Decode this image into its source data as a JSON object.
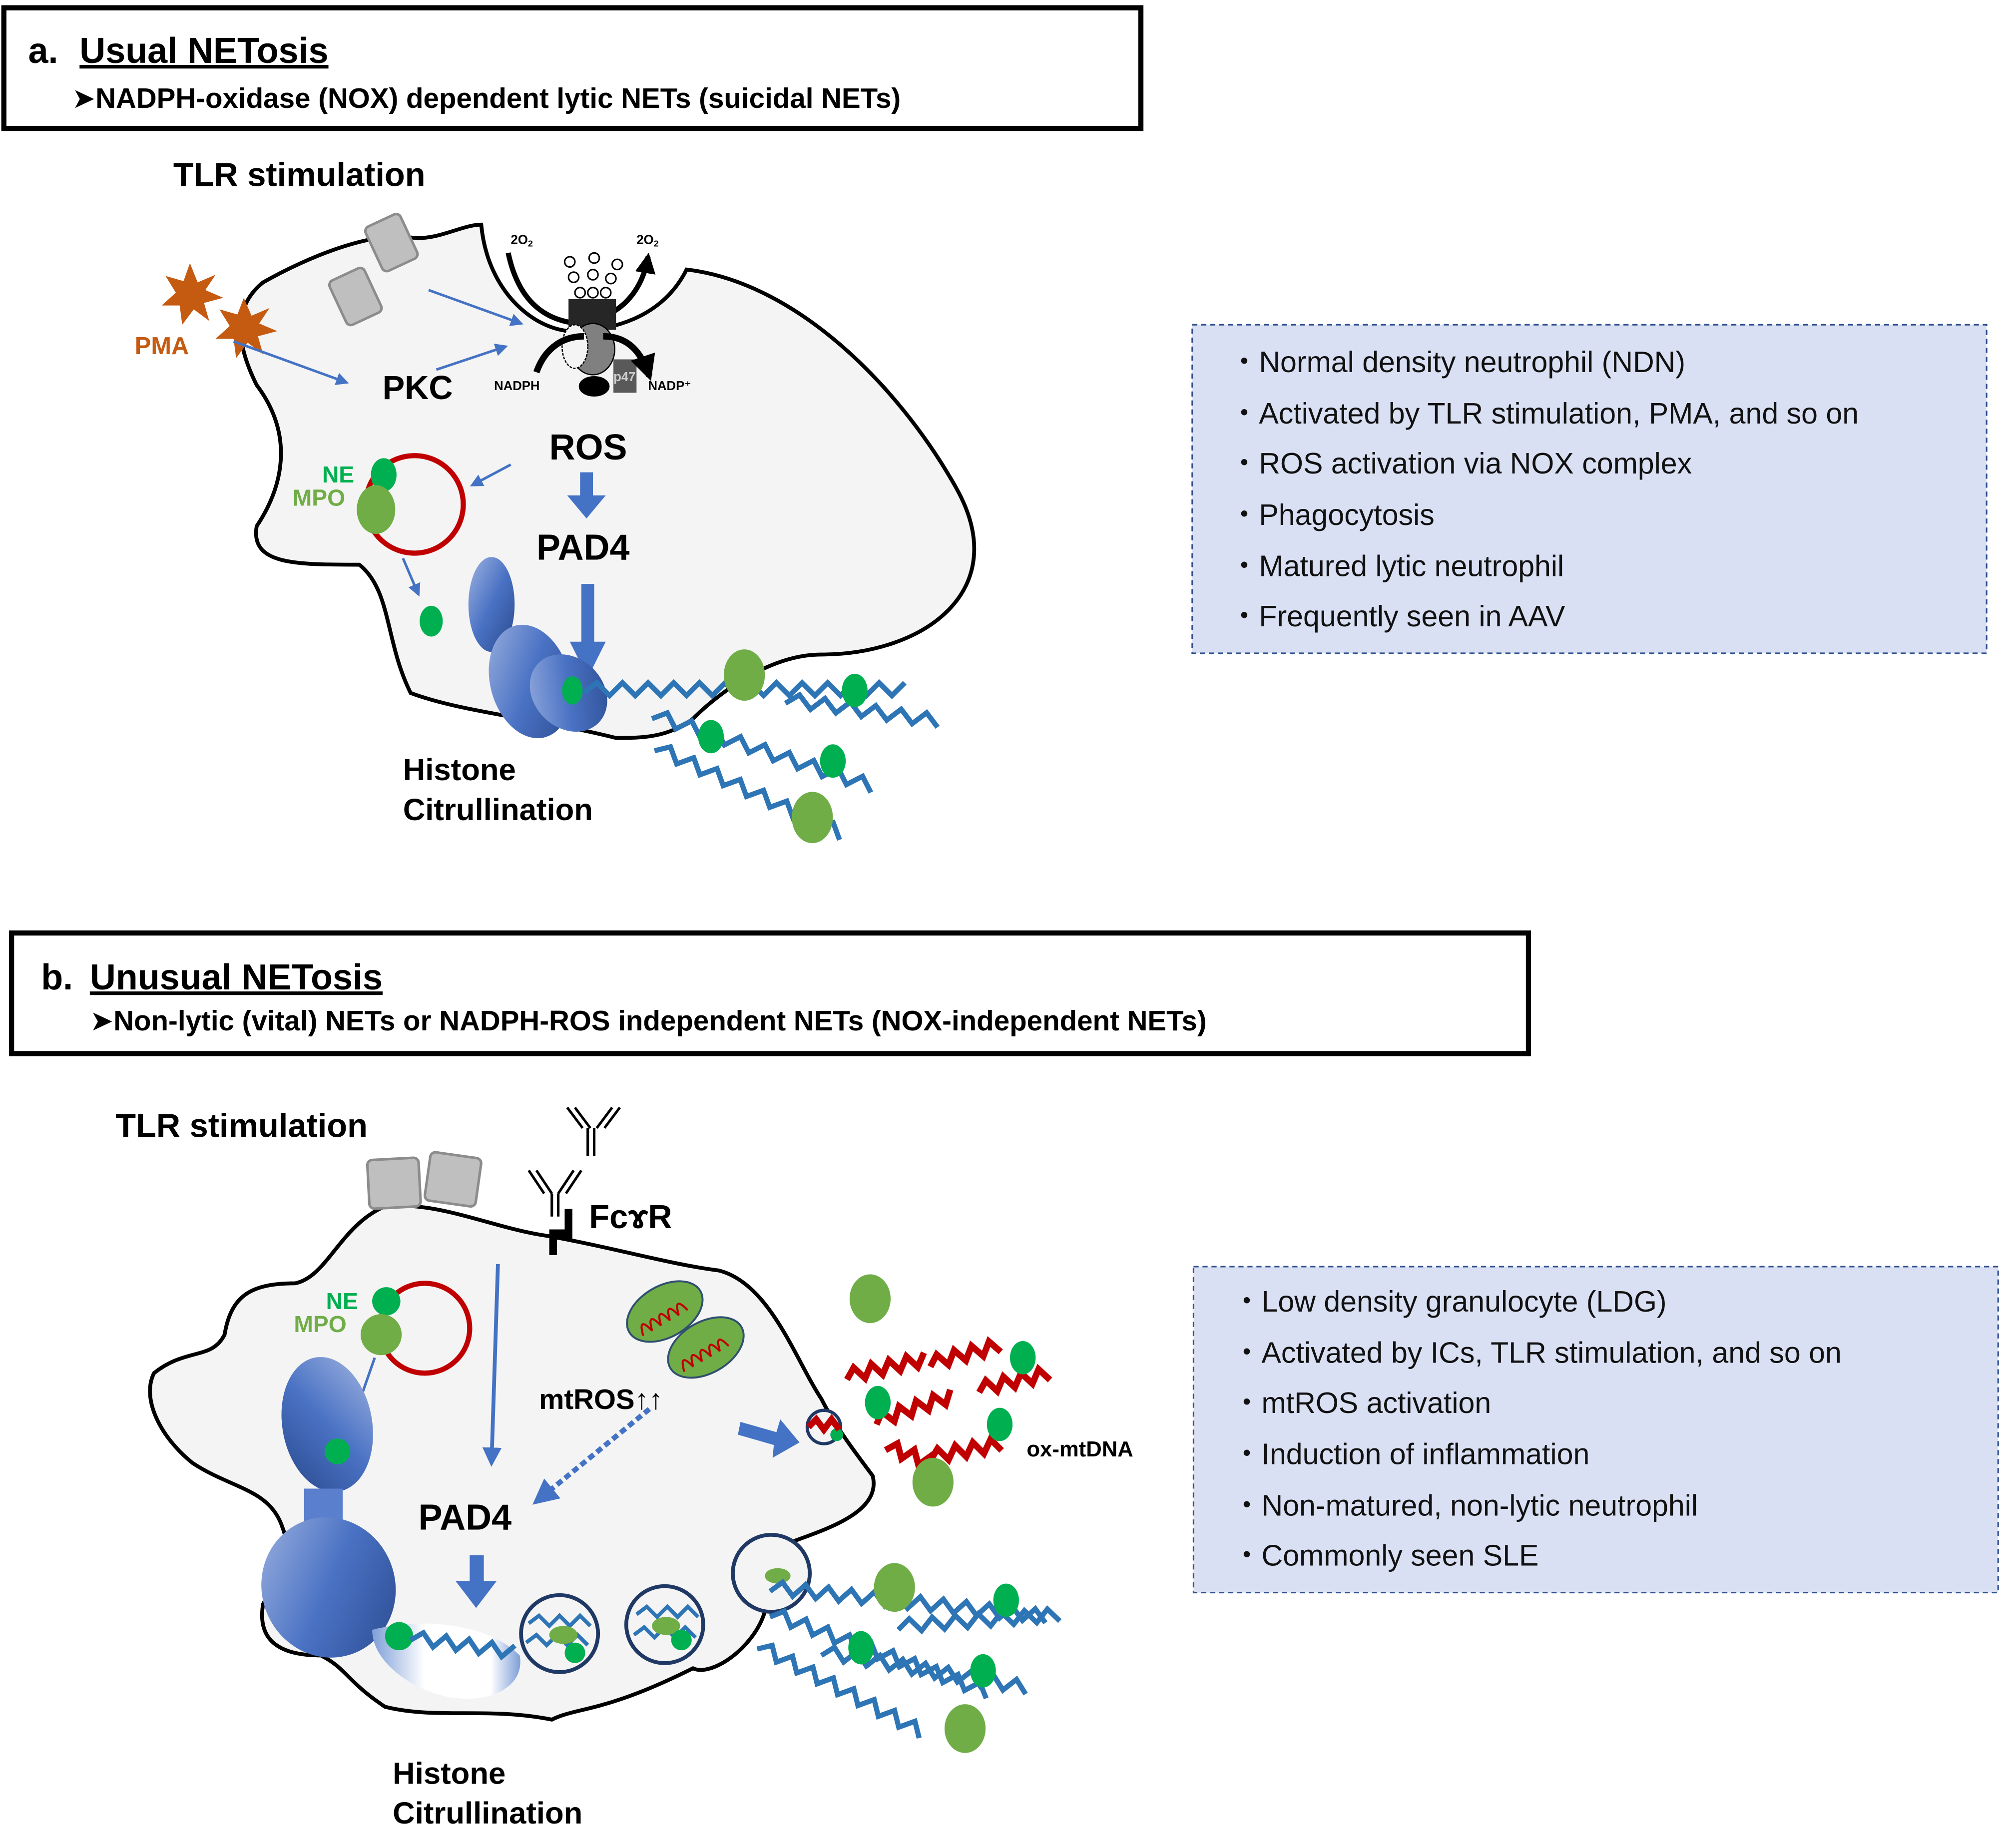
{
  "panel_a": {
    "letter": "a.",
    "title": "Usual NETosis",
    "subtitle": "➤NADPH-oxidase (NOX) dependent lytic NETs (suicidal NETs)",
    "stimulus_label": "TLR stimulation",
    "pma_label": "PMA",
    "pkc_label": "PKC",
    "ros_label": "ROS",
    "pad4_label": "PAD4",
    "ne_label": "NE",
    "mpo_label": "MPO",
    "o2_in_label": "2O",
    "o2_out_label": "2O",
    "o2_sub": "2",
    "nadph_label": "NADPH",
    "nadp_label": "NADP⁺",
    "p47_label": "p47",
    "histone_line1": "Histone",
    "histone_line2": "Citrullination",
    "info": [
      "・Normal density neutrophil (NDN)",
      "・Activated by TLR stimulation, PMA, and so on",
      "・ROS activation via NOX complex",
      "・Phagocytosis",
      "・Matured lytic neutrophil",
      "・Frequently seen in AAV"
    ]
  },
  "panel_b": {
    "letter": "b.",
    "title": "Unusual NETosis",
    "subtitle": "➤Non-lytic (vital) NETs or NADPH-ROS independent NETs (NOX-independent NETs)",
    "stimulus_label": "TLR stimulation",
    "fcgr_label": "FcɤR",
    "mtros_label": "mtROS↑↑",
    "pad4_label": "PAD4",
    "ne_label": "NE",
    "mpo_label": "MPO",
    "ox_mtdna_label": "ox-mtDNA",
    "histone_line1": "Histone",
    "histone_line2": "Citrullination",
    "info": [
      "・Low density granulocyte (LDG)",
      "・Activated by ICs, TLR stimulation, and so on",
      "・mtROS activation",
      "・Induction of inflammation",
      "・Non-matured, non-lytic neutrophil",
      "・Commonly seen SLE"
    ]
  },
  "colors": {
    "cell_fill": "#f4f4f4",
    "arrow_blue": "#4472c4",
    "pma_orange": "#c55a11",
    "ne_green": "#00b050",
    "mpo_green": "#70ad47",
    "granule_red": "#c00000",
    "dna_blue": "#2e75b6",
    "infobox_fill": "#dae0f3",
    "infobox_border": "#2f4f8f"
  }
}
